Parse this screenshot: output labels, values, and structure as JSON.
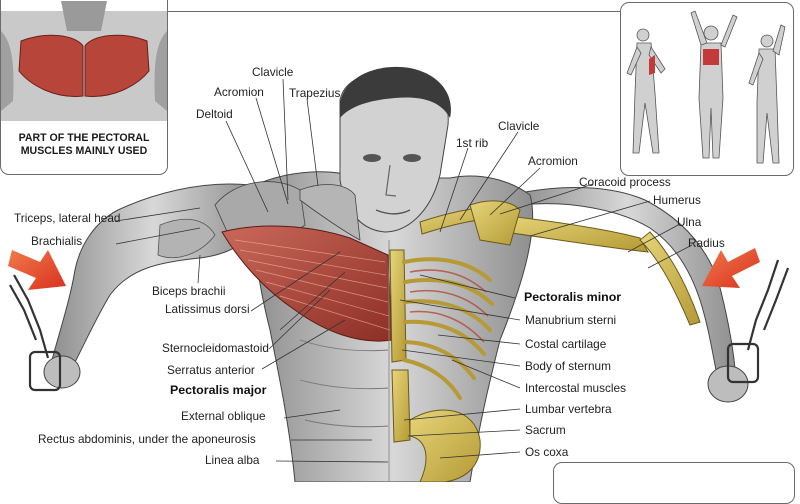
{
  "inset": {
    "caption": "PART OF THE PECTORAL\nMUSCLES MAINLY USED"
  },
  "labels": {
    "clavicle_left": "Clavicle",
    "acromion_left": "Acromion",
    "trapezius": "Trapezius",
    "deltoid": "Deltoid",
    "first_rib": "1st rib",
    "clavicle_right": "Clavicle",
    "acromion_right": "Acromion",
    "coracoid_process": "Coracoid process",
    "humerus": "Humerus",
    "ulna": "Ulna",
    "radius": "Radius",
    "triceps_lateral_head": "Triceps, lateral head",
    "brachialis": "Brachialis",
    "biceps_brachii": "Biceps brachii",
    "latissimus_dorsi": "Latissimus dorsi",
    "sternocleidomastoid": "Sternocleidomastoid",
    "serratus_anterior": "Serratus anterior",
    "pectoralis_major": "Pectoralis major",
    "external_oblique": "External oblique",
    "rectus_abdominis": "Rectus abdominis, under the aponeurosis",
    "linea_alba": "Linea alba",
    "pectoralis_minor": "Pectoralis minor",
    "manubrium_sterni": "Manubrium sterni",
    "costal_cartilage": "Costal cartilage",
    "body_of_sternum": "Body of sternum",
    "intercostal_muscles": "Intercostal muscles",
    "lumbar_vertebra": "Lumbar vertebra",
    "sacrum": "Sacrum",
    "os_coxa": "Os coxa"
  },
  "colors": {
    "muscle_red": "#b8453a",
    "bone_yellow": "#d9c25a",
    "arrow_red": "#e24a2b",
    "skin_gray": "#c9c9c9"
  }
}
